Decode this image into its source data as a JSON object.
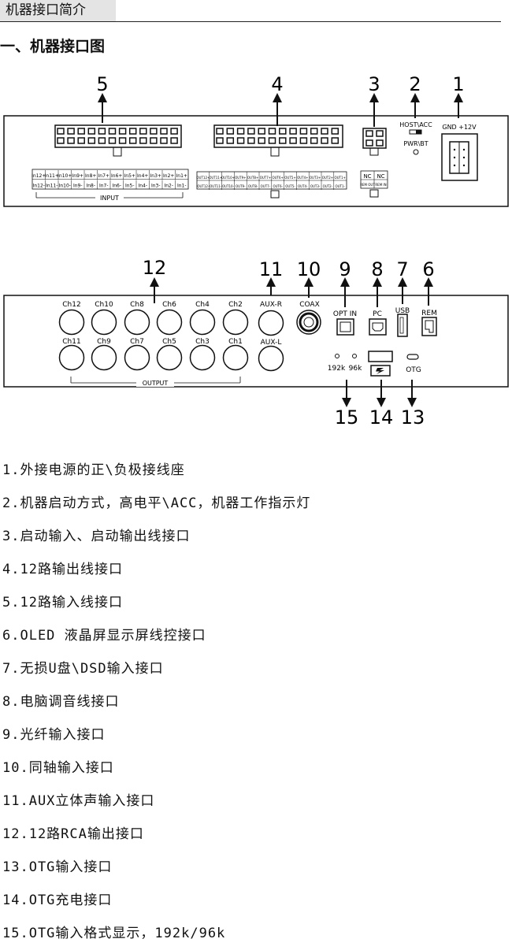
{
  "header": {
    "section_tab": "机器接口简介",
    "heading": "一、机器接口图"
  },
  "panel_top": {
    "callouts": [
      "5",
      "4",
      "3",
      "2",
      "1"
    ],
    "input_row_top": [
      "In12+",
      "In11+",
      "In10+",
      "In9+",
      "In8+",
      "In7+",
      "In6+",
      "In5+",
      "In4+",
      "In3+",
      "In2+",
      "In1+"
    ],
    "input_row_bottom": [
      "In12-",
      "In11-",
      "In10-",
      "In9-",
      "In8-",
      "In7-",
      "In6-",
      "In5-",
      "In4-",
      "In3-",
      "In2-",
      "In1-"
    ],
    "input_label": "INPUT",
    "output_row_top": [
      "OUT12+",
      "OUT11+",
      "OUT10+",
      "OUT9+",
      "OUT8+",
      "OUT7+",
      "OUT6+",
      "OUT5+",
      "OUT4+",
      "OUT3+",
      "OUT2+",
      "OUT1+"
    ],
    "output_row_bottom": [
      "OUT12-",
      "OUT11-",
      "OUT10-",
      "OUT9-",
      "OUT8-",
      "OUT7-",
      "OUT6-",
      "OUT5-",
      "OUT4-",
      "OUT3-",
      "OUT2-",
      "OUT1-"
    ],
    "nc_labels": [
      "NC",
      "NC"
    ],
    "rem_labels": [
      "REM OUT",
      "REM IN"
    ],
    "host_acc": "HOST\\ACC",
    "pwr_bt": "PWR\\BT",
    "gnd_12v": "GND +12V"
  },
  "panel_bottom": {
    "callouts_top": [
      "12",
      "11",
      "10",
      "9",
      "8",
      "7",
      "6"
    ],
    "callouts_bottom": [
      "15",
      "14",
      "13"
    ],
    "rca_top": [
      "Ch12",
      "Ch10",
      "Ch8",
      "Ch6",
      "Ch4",
      "Ch2"
    ],
    "rca_bottom": [
      "Ch11",
      "Ch9",
      "Ch7",
      "Ch5",
      "Ch3",
      "Ch1"
    ],
    "aux_r": "AUX-R",
    "aux_l": "AUX-L",
    "coax": "COAX",
    "opt_in": "OPT IN",
    "pc": "PC",
    "usb": "USB",
    "rem": "REM",
    "rate_192": "192k",
    "rate_96": "96k",
    "otg": "OTG",
    "output_label": "OUTPUT"
  },
  "legend": [
    "1.外接电源的正\\负极接线座",
    "2.机器启动方式，高电平\\ACC，机器工作指示灯",
    "3.启动输入、启动输出线接口",
    "4.12路输出线接口",
    "5.12路输入线接口",
    "6.OLED 液晶屏显示屏线控接口",
    "7.无损U盘\\DSD输入接口",
    "8.电脑调音线接口",
    "9.光纤输入接口",
    "10.同轴输入接口",
    "11.AUX立体声输入接口",
    "12.12路RCA输出接口",
    "13.OTG输入接口",
    "14.OTG充电接口",
    "15.OTG输入格式显示，192k/96k"
  ]
}
